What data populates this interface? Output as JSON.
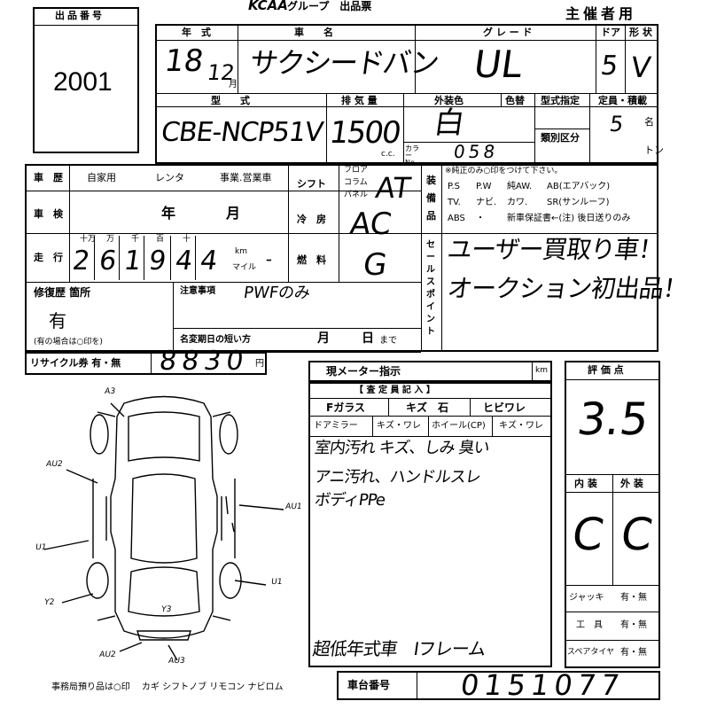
{
  "header": {
    "lot_label": "出品番号",
    "lot_number": "2001",
    "logo_text": "KCAA",
    "group_title": "グループ　出品票",
    "organizer": "主催者用"
  },
  "vehicle": {
    "year_label": "年　式",
    "year": "18",
    "month": "12",
    "month_unit": "月",
    "name_label": "車　　名",
    "name": "サクシードバン",
    "grade_label": "グ レ ー ド",
    "grade": "UL",
    "doors_label": "ドア",
    "doors": "5",
    "shape_label": "形 状",
    "shape": "V",
    "model_label": "型　　式",
    "model": "CBE-NCP51V",
    "displacement_label": "排 気 量",
    "displacement": "1500",
    "cc_unit": "c.c.",
    "color_label": "外装色",
    "color": "白",
    "color_change_label": "色替",
    "color_no_label": "カラー No.",
    "color_no": "058",
    "type_designation_label": "型式指定",
    "classification_label": "類別区分",
    "capacity_label": "定員・積載",
    "capacity": "5",
    "capacity_unit": "名",
    "load_unit": "トン"
  },
  "history": {
    "history_label": "車　歴",
    "private": "自家用",
    "rental": "レンタ",
    "business": "事業.営業車",
    "inspection_label": "車　検",
    "year_unit": "年",
    "month_unit": "月",
    "mileage_label": "走　行",
    "digit_labels": [
      "十万",
      "万",
      "千",
      "百",
      "十",
      "km"
    ],
    "mileage_digits": [
      "2",
      "6",
      "1",
      "9",
      "4",
      "4"
    ],
    "km_label": "km",
    "mile_label": "マイル",
    "mileage_note": "-"
  },
  "drive": {
    "shift_label": "シフト",
    "shift_options": [
      "フロア",
      "コラム",
      "パネル"
    ],
    "shift_value": "AT",
    "ac_label": "冷　房",
    "ac_value": "AC",
    "fuel_label": "燃　料",
    "fuel_value": "G"
  },
  "equipment": {
    "section_label": "装備品",
    "note": "※純正のみ○印をつけて下さい。",
    "row1": [
      "P.S",
      "P.W",
      "純AW.",
      "AB(エアバック)"
    ],
    "row2": [
      "TV.",
      "ナビ.",
      "カワ.",
      "SR(サンルーフ)"
    ],
    "row3": [
      "ABS",
      "・",
      "新車保証書←(注) 後日送りのみ"
    ]
  },
  "sales_point": {
    "label": "セールスポイント",
    "line1": "ユーザー買取り車！",
    "line2": "オークション初出品！"
  },
  "repair": {
    "label": "修復歴 箇所",
    "value": "有",
    "note": "(有の場合は○印を)"
  },
  "notes": {
    "label": "注意事項",
    "text": "PWFのみ",
    "expiry_label": "名変期日の短い方",
    "month_unit": "月",
    "day_unit": "日",
    "suffix": "まで"
  },
  "recycle": {
    "label": "リサイクル券 有・無",
    "amount": "8830",
    "yen": "円"
  },
  "meter": {
    "label": "現メーター指示",
    "unit": "km"
  },
  "inspector": {
    "title": "【 査 定 員 記 入 】",
    "glass_items": [
      "Fガラス",
      "キズ　石",
      "ヒビワレ"
    ],
    "mirror_items": [
      "ドアミラー",
      "キズ・ワレ",
      "ホイール(CP)",
      "キズ・ワレ"
    ],
    "comment1": "室内汚れ キズ、しみ 臭い",
    "comment2": "アニ汚れ、ハンドルスレ",
    "comment3": "ボディPPe",
    "comment4": "超低年式車　Iフレーム"
  },
  "evaluation": {
    "label": "評 価 点",
    "score": "3.5",
    "interior_label": "内 装",
    "exterior_label": "外 装",
    "interior": "C",
    "exterior": "C",
    "jack": "ジャッキ",
    "tools": "工　具",
    "spare": "スペアタイヤ",
    "yes_no": "有・無"
  },
  "diagram": {
    "marks": [
      "A3",
      "AU2",
      "U1",
      "AU1",
      "Y2",
      "U1",
      "Y3",
      "AU2",
      "AU3"
    ]
  },
  "footer": {
    "keys_text": "事務局預り品は○印　 カギ  シフトノブ  リモコン  ナビロム",
    "chassis_label": "車台番号",
    "chassis_number": "0151077"
  }
}
